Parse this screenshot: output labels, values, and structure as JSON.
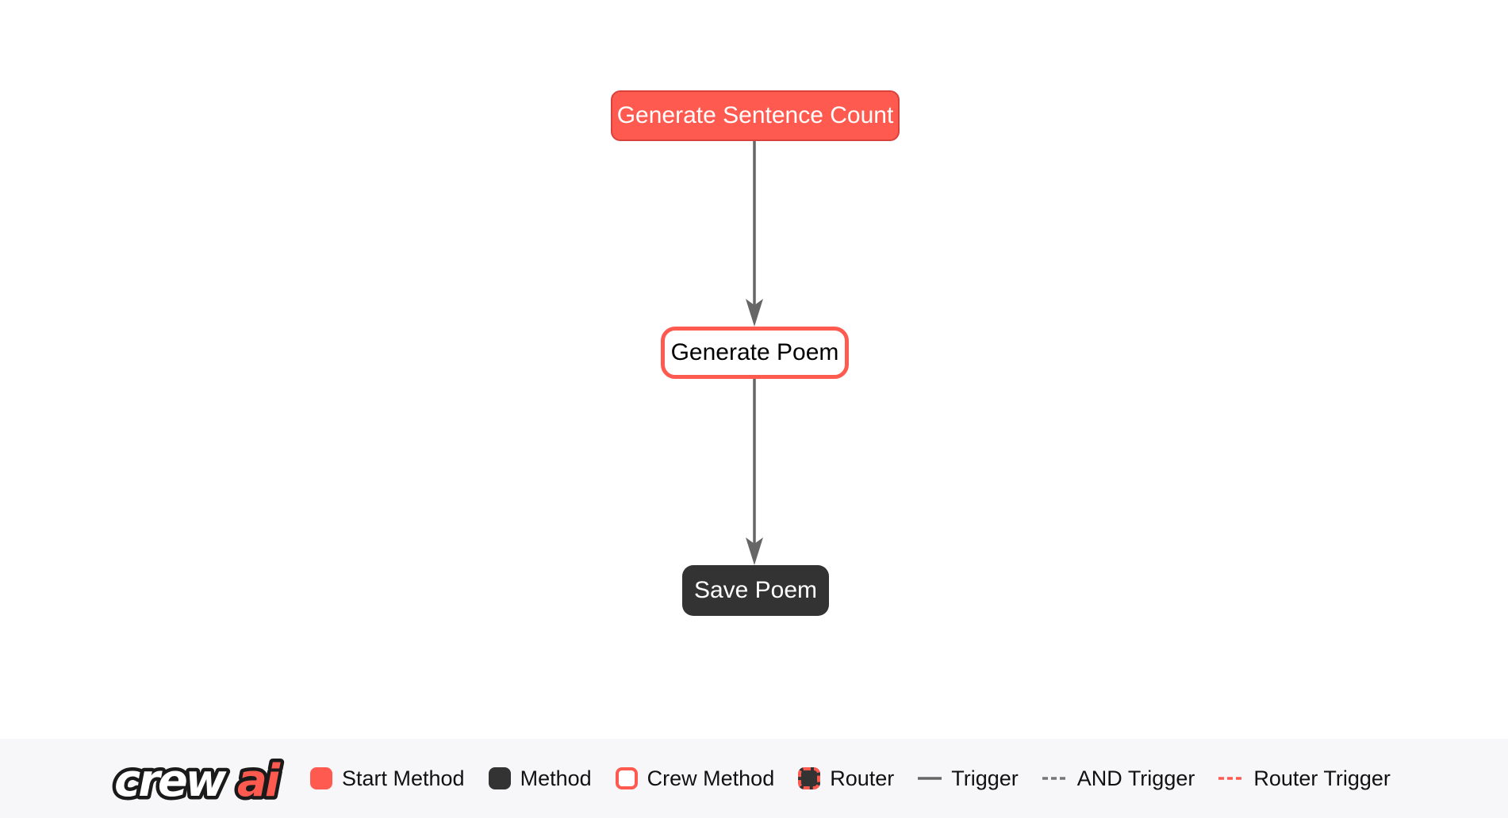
{
  "diagram": {
    "nodes": [
      {
        "label": "Generate Sentence Count",
        "type": "start-method"
      },
      {
        "label": "Generate Poem",
        "type": "crew-method"
      },
      {
        "label": "Save Poem",
        "type": "method"
      }
    ],
    "edges": [
      {
        "from": "Generate Sentence Count",
        "to": "Generate Poem",
        "type": "trigger"
      },
      {
        "from": "Generate Poem",
        "to": "Save Poem",
        "type": "trigger"
      }
    ]
  },
  "legend": {
    "logo": {
      "crew": "crew",
      "ai": "ai"
    },
    "items": [
      {
        "label": "Start Method",
        "swatch": "start-method-swatch"
      },
      {
        "label": "Method",
        "swatch": "method-swatch"
      },
      {
        "label": "Crew Method",
        "swatch": "crew-method-swatch"
      },
      {
        "label": "Router",
        "swatch": "router-swatch"
      },
      {
        "label": "Trigger",
        "swatch": "trigger-line"
      },
      {
        "label": "AND Trigger",
        "swatch": "and-trigger-line"
      },
      {
        "label": "Router Trigger",
        "swatch": "router-trigger-line"
      }
    ]
  },
  "colors": {
    "accent_red": "#ff5a50",
    "accent_red_border": "#d9423a",
    "dark_node": "#333333",
    "edge_gray": "#666666",
    "legend_background": "#f7f7f9"
  }
}
